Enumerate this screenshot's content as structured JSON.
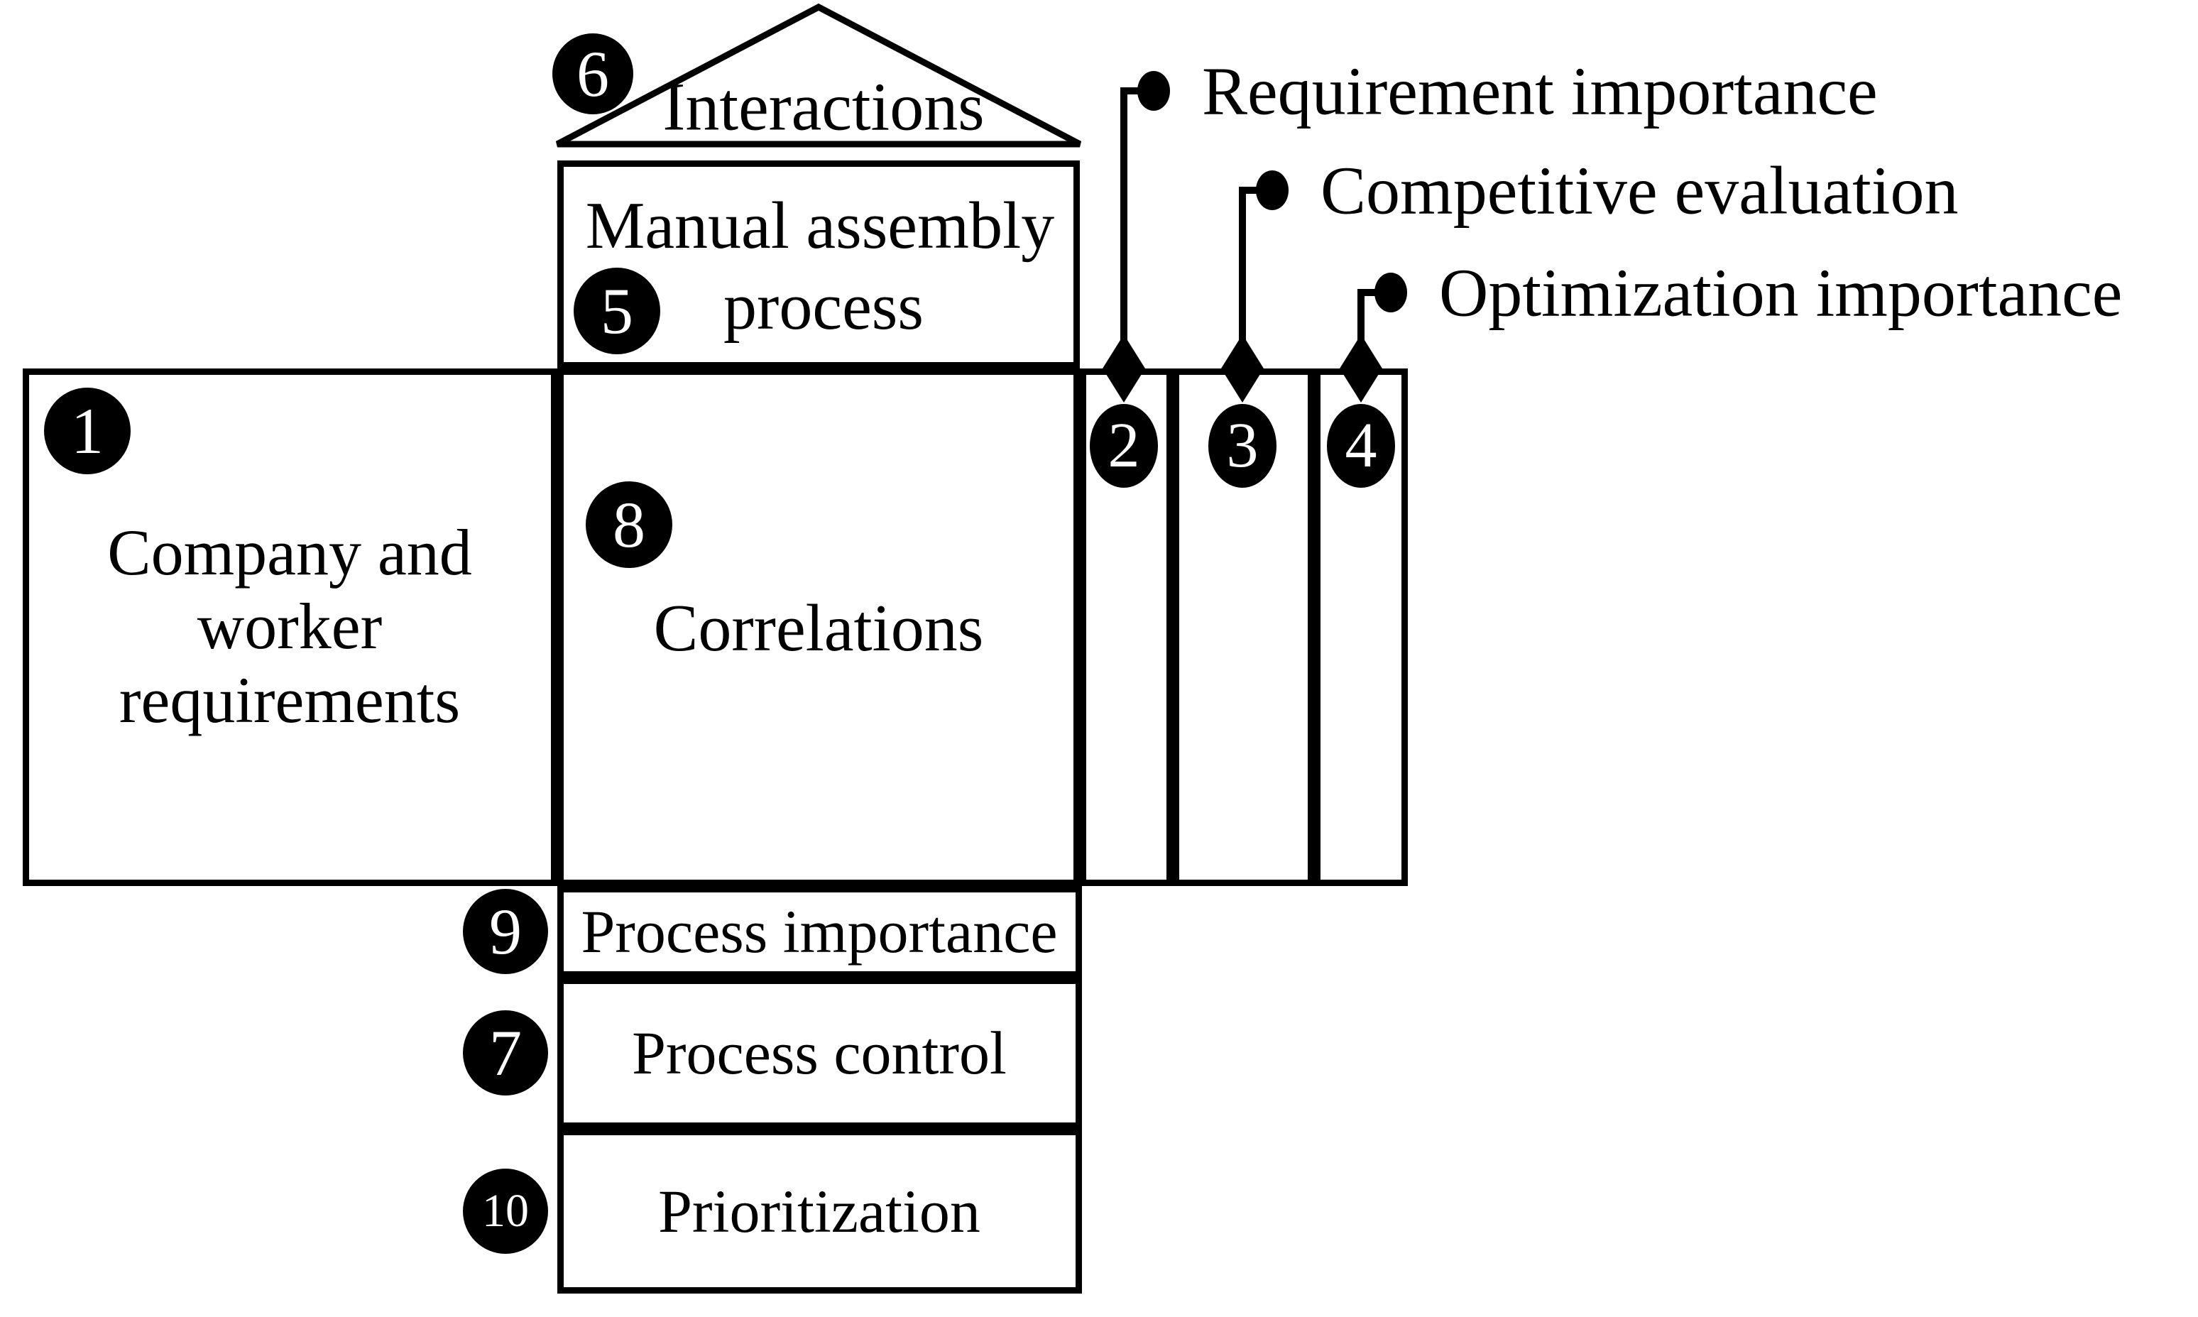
{
  "figure": {
    "colors": {
      "ink": "#000000",
      "background": "#ffffff"
    },
    "roof": {
      "label": "Interactions",
      "badge": "6"
    },
    "manual_process": {
      "line1": "Manual assembly",
      "line2": "process",
      "badge": "5"
    },
    "requirements": {
      "line1": "Company and",
      "line2": "worker",
      "line3": "requirements",
      "badge": "1"
    },
    "correlations": {
      "label": "Correlations",
      "badge": "8"
    },
    "importance_columns": [
      {
        "badge": "2"
      },
      {
        "badge": "3"
      },
      {
        "badge": "4"
      }
    ],
    "callouts": [
      {
        "label": "Requirement importance"
      },
      {
        "label": "Competitive evaluation"
      },
      {
        "label": "Optimization importance"
      }
    ],
    "bottom_rows": [
      {
        "label": "Process importance",
        "badge": "9"
      },
      {
        "label": "Process control",
        "badge": "7"
      },
      {
        "label": "Prioritization",
        "badge": "10"
      }
    ]
  }
}
